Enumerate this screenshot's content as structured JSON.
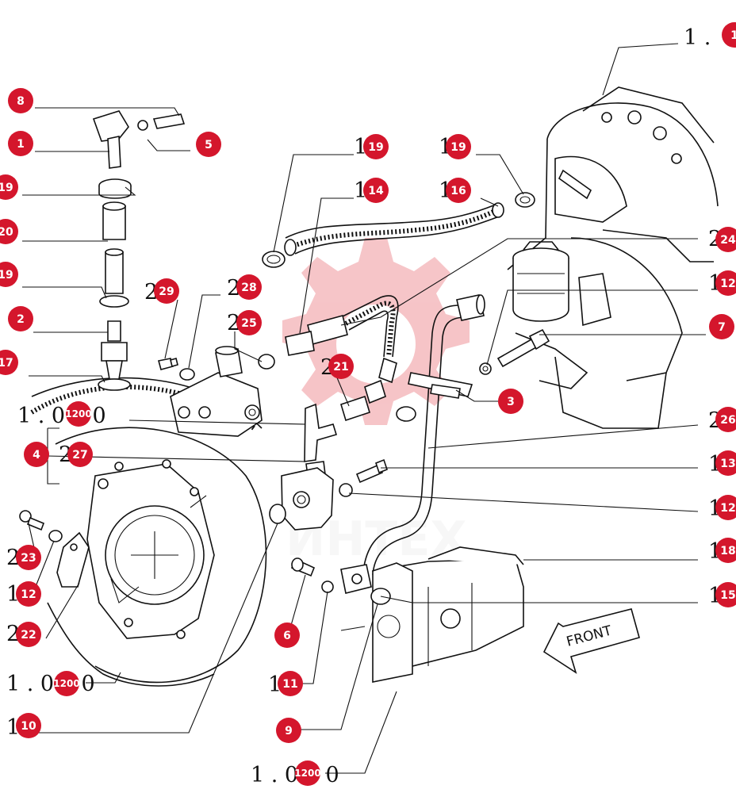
{
  "watermark": {
    "text": "ИНТЕХ",
    "color": "#e0303a"
  },
  "front_label": "FRONT",
  "badge_color": "#d4162c",
  "callouts": [
    {
      "id": "c8",
      "number": "8"
    },
    {
      "id": "c1",
      "number": "1"
    },
    {
      "id": "c5",
      "number": "5"
    },
    {
      "id": "c19a",
      "number": "19"
    },
    {
      "id": "c20",
      "number": "20"
    },
    {
      "id": "c19b",
      "number": "19"
    },
    {
      "id": "c2",
      "number": "2"
    },
    {
      "id": "c17",
      "number": "17"
    },
    {
      "id": "c29",
      "number": "29"
    },
    {
      "id": "c28",
      "number": "28"
    },
    {
      "id": "c25",
      "number": "25"
    },
    {
      "id": "c19c",
      "number": "19"
    },
    {
      "id": "c14",
      "number": "14"
    },
    {
      "id": "c19d",
      "number": "19"
    },
    {
      "id": "c16",
      "number": "16"
    },
    {
      "id": "c24",
      "number": "24"
    },
    {
      "id": "c12a",
      "number": "12"
    },
    {
      "id": "c7",
      "number": "7"
    },
    {
      "id": "c21",
      "number": "21"
    },
    {
      "id": "c3",
      "number": "3"
    },
    {
      "id": "c1200a",
      "number": "1200"
    },
    {
      "id": "c4",
      "number": "4"
    },
    {
      "id": "c27",
      "number": "27"
    },
    {
      "id": "c26",
      "number": "26"
    },
    {
      "id": "c13",
      "number": "13"
    },
    {
      "id": "c12b",
      "number": "12"
    },
    {
      "id": "c23",
      "number": "23"
    },
    {
      "id": "c12c",
      "number": "12"
    },
    {
      "id": "c22",
      "number": "22"
    },
    {
      "id": "c18",
      "number": "18"
    },
    {
      "id": "c6",
      "number": "6"
    },
    {
      "id": "c15",
      "number": "15"
    },
    {
      "id": "c1200b",
      "number": "1200"
    },
    {
      "id": "c11",
      "number": "11"
    },
    {
      "id": "c10",
      "number": "10"
    },
    {
      "id": "c9",
      "number": "9"
    },
    {
      "id": "c1200c",
      "number": "1200"
    },
    {
      "id": "c1top",
      "number": "1"
    }
  ],
  "ref_labels": [
    {
      "id": "r_top",
      "text": "1 ."
    },
    {
      "id": "r_1200a",
      "text": "1 .   0 0   0"
    },
    {
      "id": "r_1200b",
      "text": "1 .   0 0   0"
    },
    {
      "id": "r_1200c",
      "text": "1 .   0 0   0"
    },
    {
      "id": "r_19c",
      "text": "1"
    },
    {
      "id": "r_14",
      "text": "1"
    },
    {
      "id": "r_19d",
      "text": "1"
    },
    {
      "id": "r_16",
      "text": "1"
    },
    {
      "id": "r_24",
      "text": "2"
    },
    {
      "id": "r_12a",
      "text": "1"
    },
    {
      "id": "r_26",
      "text": "2"
    },
    {
      "id": "r_13",
      "text": "1"
    },
    {
      "id": "r_12b",
      "text": "1"
    },
    {
      "id": "r_18",
      "text": "1"
    },
    {
      "id": "r_15",
      "text": "1"
    },
    {
      "id": "r_29",
      "text": "2"
    },
    {
      "id": "r_28",
      "text": "2"
    },
    {
      "id": "r_25",
      "text": "2"
    },
    {
      "id": "r_21",
      "text": "2"
    },
    {
      "id": "r_27",
      "text": "2"
    },
    {
      "id": "r_23",
      "text": "2"
    },
    {
      "id": "r_12c",
      "text": "1"
    },
    {
      "id": "r_22",
      "text": "2"
    },
    {
      "id": "r_11",
      "text": "1"
    },
    {
      "id": "r_10",
      "text": "1"
    }
  ]
}
